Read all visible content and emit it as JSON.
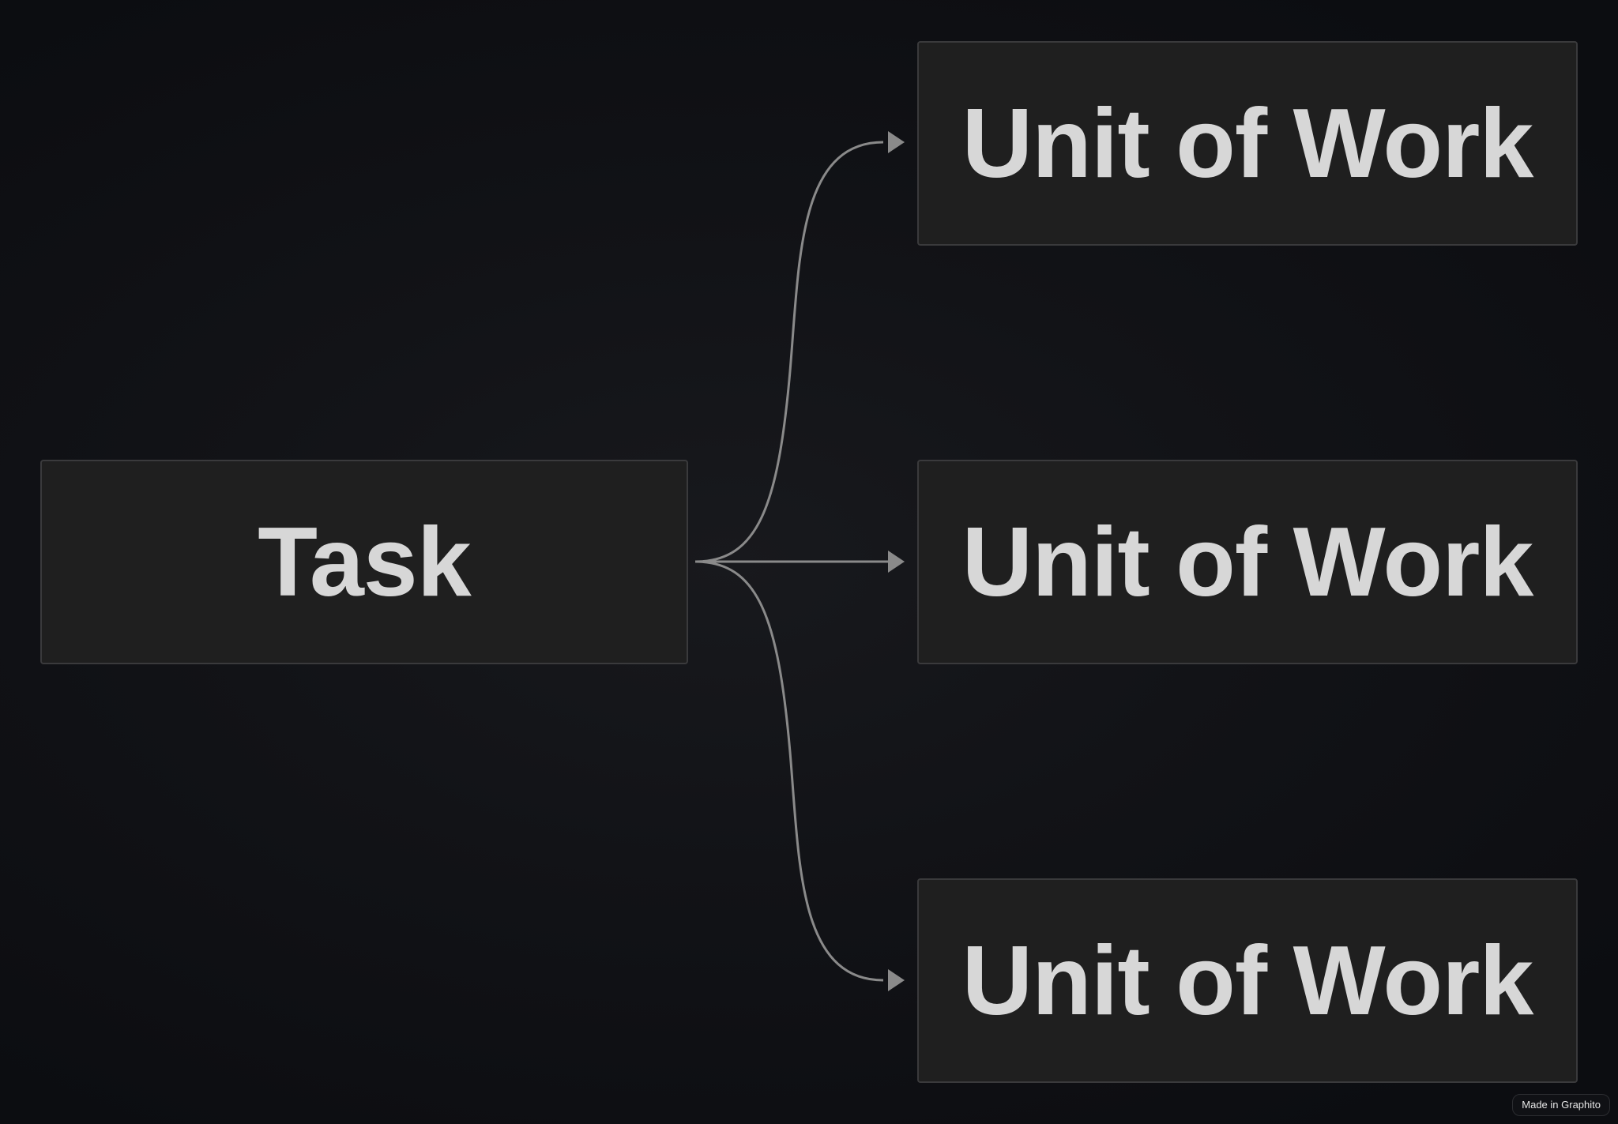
{
  "diagram": {
    "nodes": [
      {
        "id": "task",
        "label": "Task"
      },
      {
        "id": "uow-1",
        "label": "Unit of Work"
      },
      {
        "id": "uow-2",
        "label": "Unit of Work"
      },
      {
        "id": "uow-3",
        "label": "Unit of Work"
      }
    ],
    "edges": [
      {
        "from": "task",
        "to": "uow-1"
      },
      {
        "from": "task",
        "to": "uow-2"
      },
      {
        "from": "task",
        "to": "uow-3"
      }
    ],
    "colors": {
      "background": "#0e0f13",
      "node_fill": "#1f1f1f",
      "node_border": "#3a3a3c",
      "node_text": "#d7d7d7",
      "edge": "#8a8a8a"
    }
  },
  "footer": {
    "badge": "Made in Graphito"
  }
}
